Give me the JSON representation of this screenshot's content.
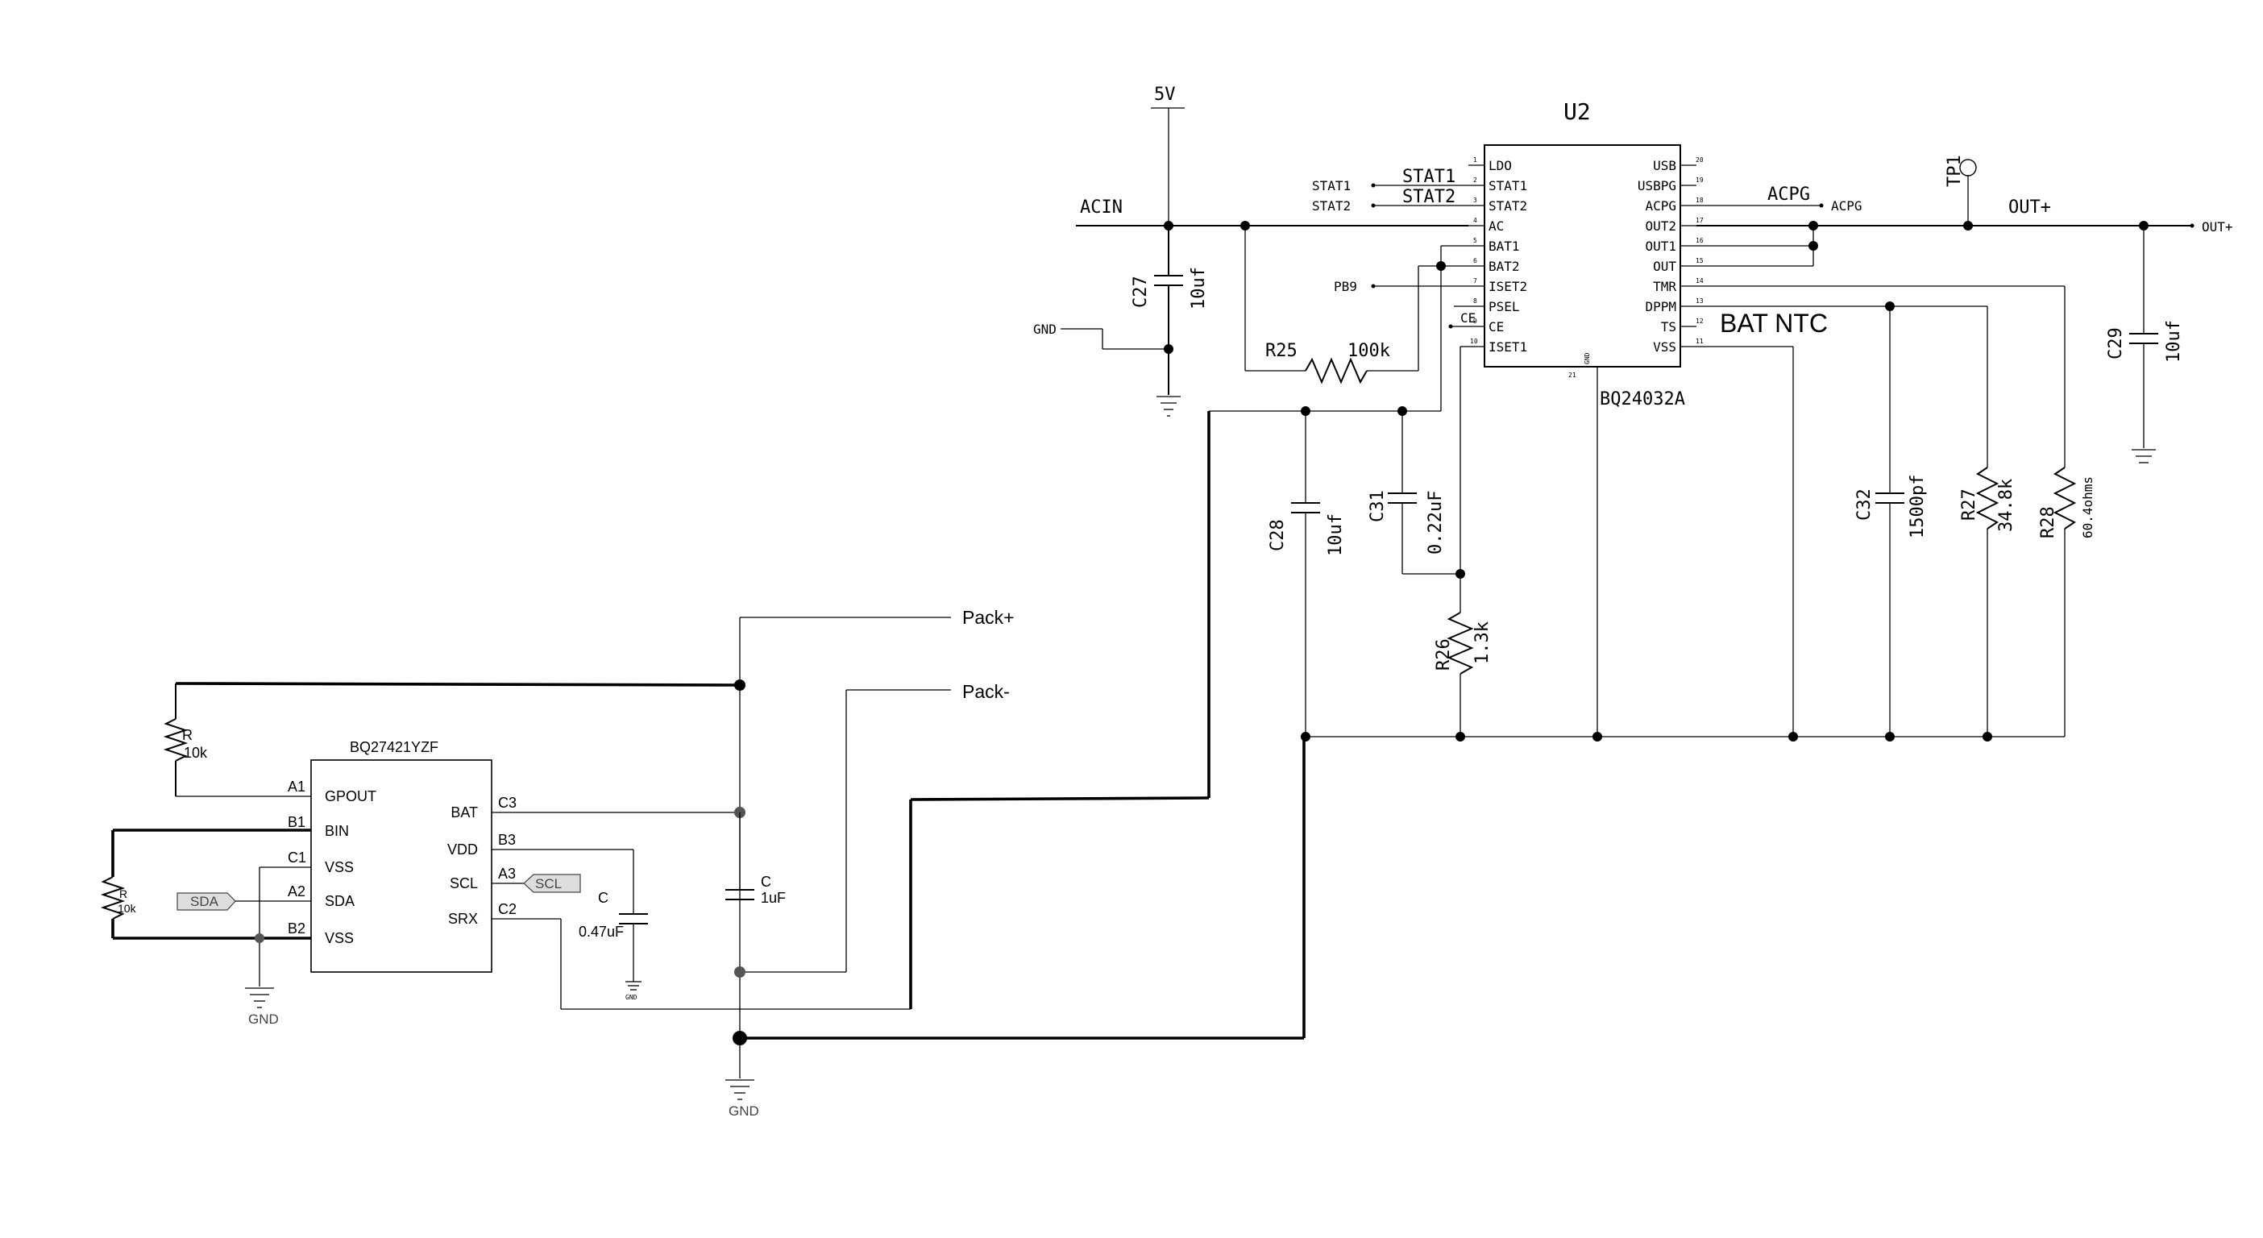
{
  "u2": {
    "ref": "U2",
    "part": "BQ24032A",
    "left_pins": [
      {
        "no": "1",
        "name": "LDO"
      },
      {
        "no": "2",
        "name": "STAT1"
      },
      {
        "no": "3",
        "name": "STAT2"
      },
      {
        "no": "4",
        "name": "AC"
      },
      {
        "no": "5",
        "name": "BAT1"
      },
      {
        "no": "6",
        "name": "BAT2"
      },
      {
        "no": "7",
        "name": "ISET2"
      },
      {
        "no": "8",
        "name": "PSEL"
      },
      {
        "no": "9",
        "name": "CE"
      },
      {
        "no": "10",
        "name": "ISET1"
      }
    ],
    "right_pins": [
      {
        "no": "20",
        "name": "USB"
      },
      {
        "no": "19",
        "name": "USBPG"
      },
      {
        "no": "18",
        "name": "ACPG"
      },
      {
        "no": "17",
        "name": "OUT2"
      },
      {
        "no": "16",
        "name": "OUT1"
      },
      {
        "no": "15",
        "name": "OUT"
      },
      {
        "no": "14",
        "name": "TMR"
      },
      {
        "no": "13",
        "name": "DPPM"
      },
      {
        "no": "12",
        "name": "TS"
      },
      {
        "no": "11",
        "name": "VSS"
      }
    ],
    "bottom_pin": {
      "no": "21",
      "name": "GND"
    }
  },
  "nets": {
    "five_v": "5V",
    "acin": "ACIN",
    "gnd_in": "GND",
    "stat1_port": "STAT1",
    "stat2_port": "STAT2",
    "stat1_net": "STAT1",
    "stat2_net": "STAT2",
    "pb9": "PB9",
    "ce_net": "CE",
    "acpg_net": "ACPG",
    "acpg_port": "ACPG",
    "out_net": "OUT+",
    "out_port": "OUT+",
    "tp1": "TP1",
    "bat_ntc": "BAT   NTC",
    "pack_plus": "Pack+",
    "pack_minus": "Pack-",
    "gnd_main": "GND",
    "gnd_left": "GND",
    "gnd_small": "GND",
    "sda": "SDA",
    "scl": "SCL"
  },
  "components": {
    "c27": {
      "ref": "C27",
      "value": "10uf"
    },
    "c29": {
      "ref": "C29",
      "value": "10uf"
    },
    "r25": {
      "ref": "R25",
      "value": "100k"
    },
    "c28": {
      "ref": "C28",
      "value": "10uf"
    },
    "c31": {
      "ref": "C31",
      "value": "0.22uF"
    },
    "r26": {
      "ref": "R26",
      "value": "1.3k"
    },
    "c32": {
      "ref": "C32",
      "value": "1500pf"
    },
    "r27": {
      "ref": "R27",
      "value": "34.8k"
    },
    "r28": {
      "ref": "R28",
      "value": "60.4ohms"
    },
    "r_top": {
      "ref": "R",
      "value": "10k"
    },
    "r_left": {
      "ref": "R",
      "value": "10k"
    },
    "c_batt": {
      "ref": "C",
      "value": "1uF"
    },
    "c_vdd": {
      "ref": "C",
      "value": "0.47uF"
    }
  },
  "gauge": {
    "part": "BQ27421YZF",
    "left_pins": [
      {
        "no": "A1",
        "name": "GPOUT"
      },
      {
        "no": "B1",
        "name": "BIN"
      },
      {
        "no": "C1",
        "name": "VSS"
      },
      {
        "no": "A2",
        "name": "SDA"
      },
      {
        "no": "B2",
        "name": "VSS"
      }
    ],
    "right_pins": [
      {
        "no": "C3",
        "name": "BAT"
      },
      {
        "no": "B3",
        "name": "VDD"
      },
      {
        "no": "A3",
        "name": "SCL"
      },
      {
        "no": "C2",
        "name": "SRX"
      }
    ]
  }
}
